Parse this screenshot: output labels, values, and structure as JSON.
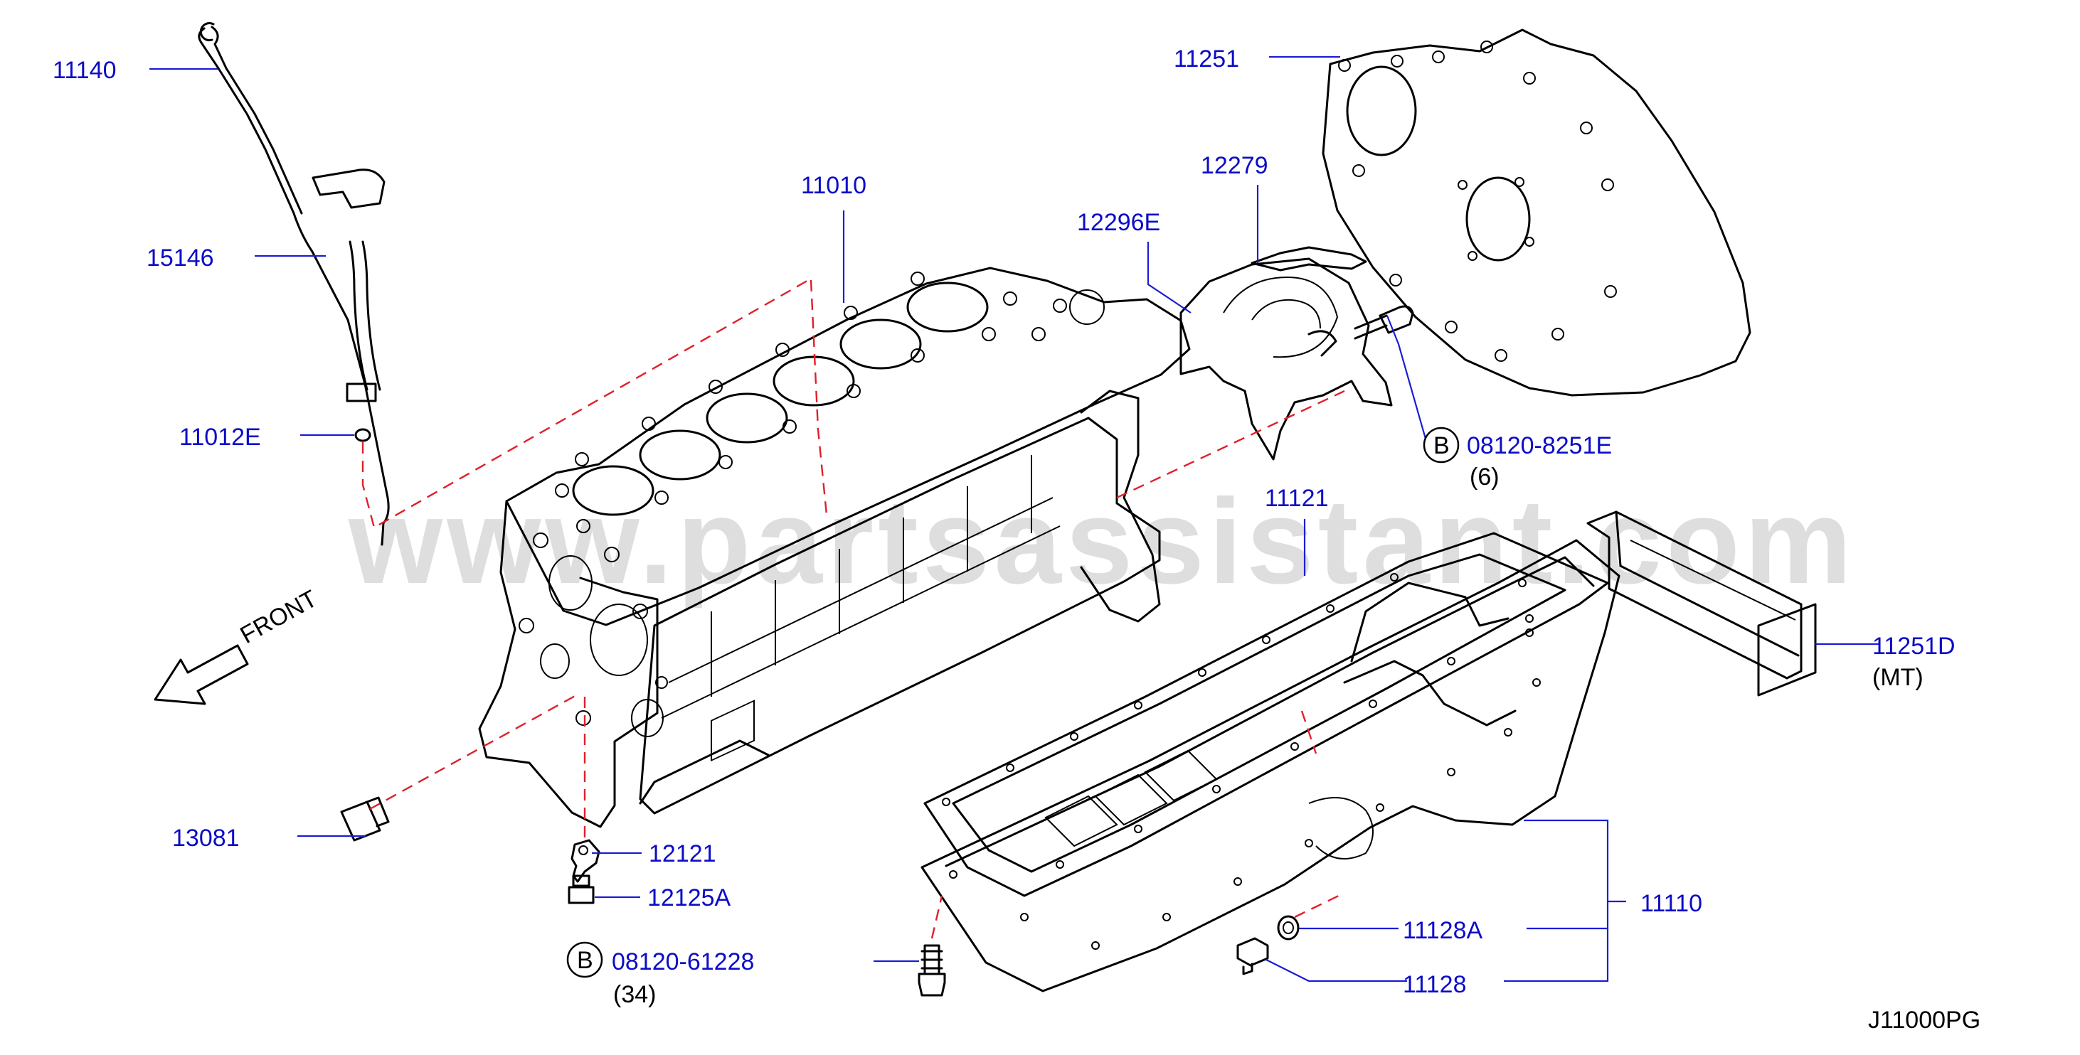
{
  "labels": {
    "p11140": "11140",
    "p15146": "15146",
    "p11012E": "11012E",
    "p11010": "11010",
    "p13081": "13081",
    "p12121": "12121",
    "p12125A": "12125A",
    "bolt_block": "08120-61228",
    "bolt_block_qty": "(34)",
    "p12296E": "12296E",
    "p12279": "12279",
    "p11251": "11251",
    "bolt_rear": "08120-8251E",
    "bolt_rear_qty": "(6)",
    "p11121": "11121",
    "p11251D": "11251D",
    "p11251D_note": "(MT)",
    "p11110": "11110",
    "p11128A": "11128A",
    "p11128": "11128",
    "b_marker": "B",
    "front": "FRONT",
    "diagram_code": "J11000PG",
    "watermark": "www.partsassistant.com"
  },
  "colors": {
    "label": "#0c0cc8",
    "leader": "#1c1cd6",
    "dashed_guide": "#e0202a",
    "watermark": "#c8c8c8",
    "outline": "#000000"
  },
  "icons": [
    "front-arrow-icon",
    "b-circle-icon"
  ]
}
